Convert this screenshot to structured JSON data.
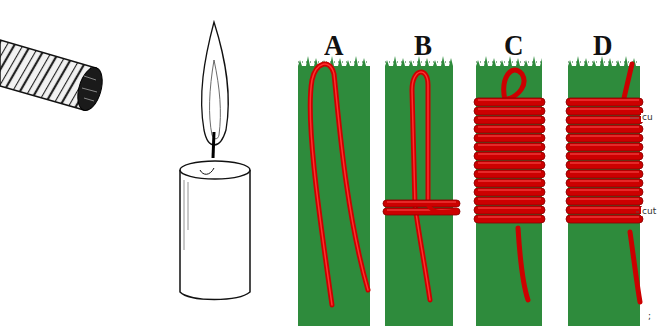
{
  "diagram": {
    "labels": [
      "A",
      "B",
      "C",
      "D",
      "cu",
      "cut",
      ";"
    ]
  }
}
